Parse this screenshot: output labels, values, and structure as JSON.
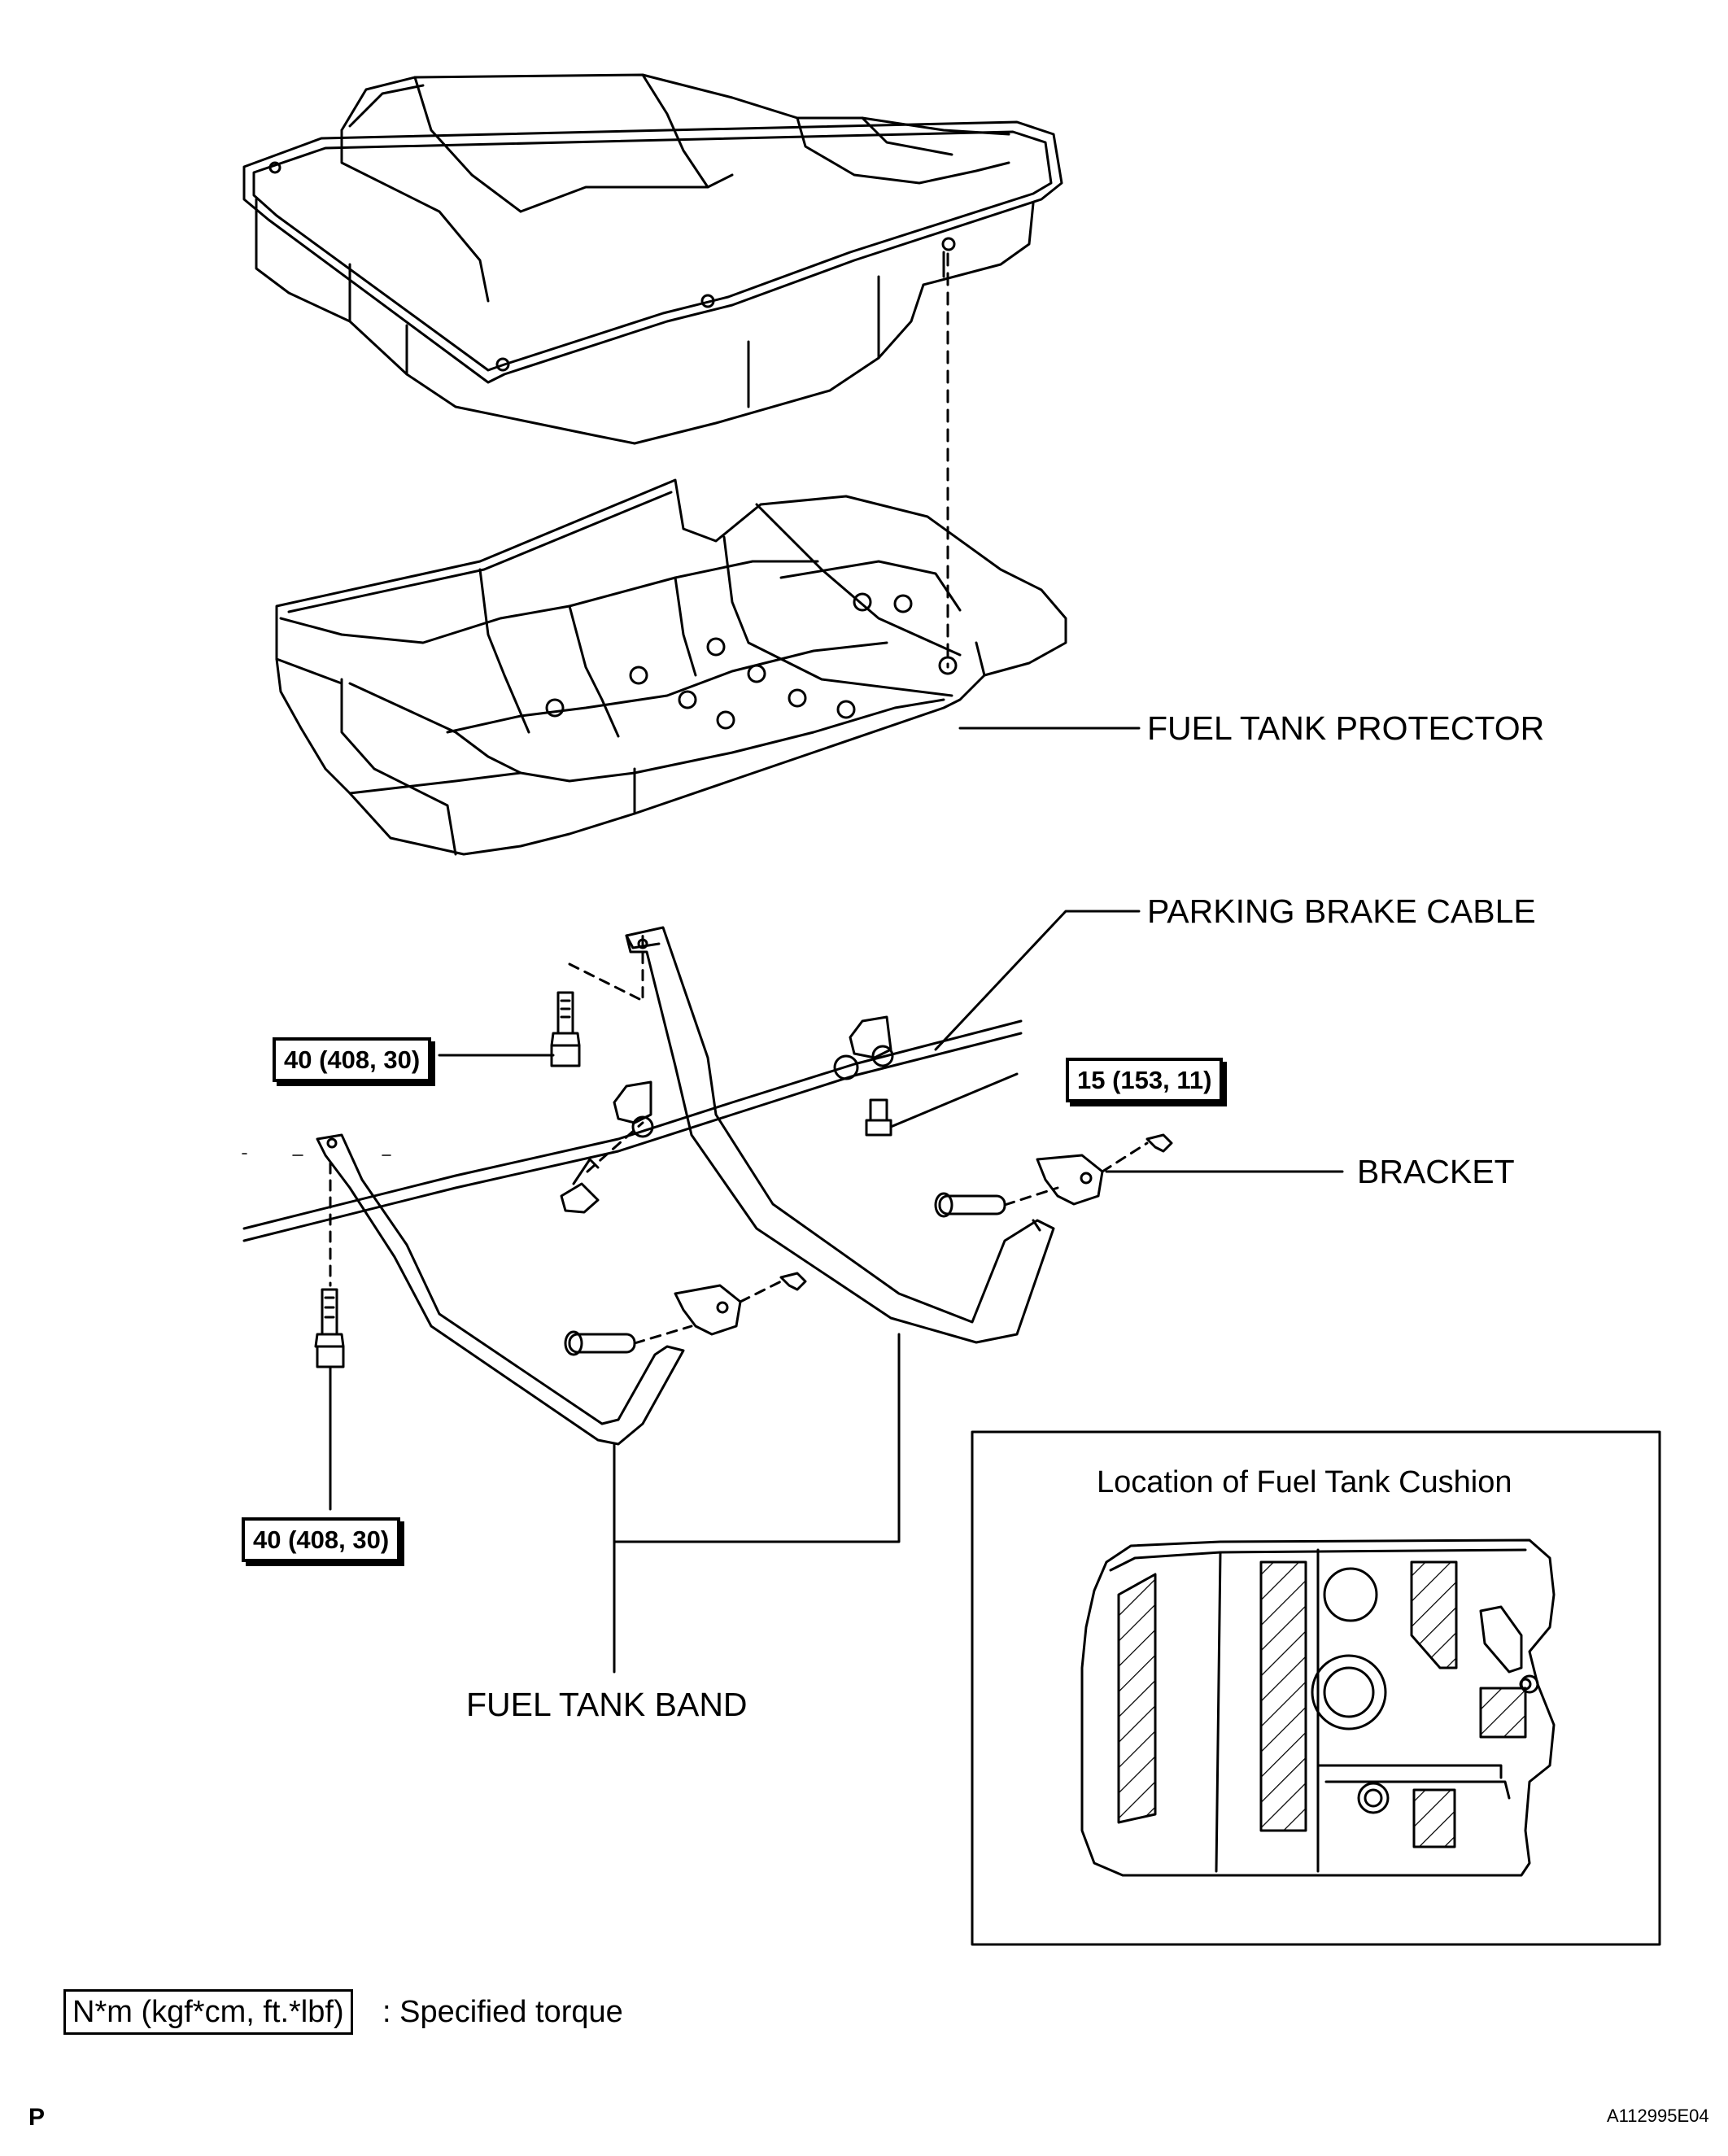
{
  "labels": {
    "fuel_tank_protector": "FUEL TANK PROTECTOR",
    "parking_brake_cable": "PARKING BRAKE CABLE",
    "bracket": "BRACKET",
    "fuel_tank_band": "FUEL TANK BAND"
  },
  "torques": {
    "upper_bolt": "40 (408, 30)",
    "bracket_bolt": "15 (153, 11)",
    "lower_bolt": "40 (408, 30)"
  },
  "inset": {
    "title": "Location of Fuel Tank Cushion"
  },
  "legend": {
    "unit_box": "N*m (kgf*cm, ft.*lbf)",
    "text": ": Specified torque"
  },
  "footer": {
    "page_marker": "P",
    "figure_code": "A112995E04"
  }
}
